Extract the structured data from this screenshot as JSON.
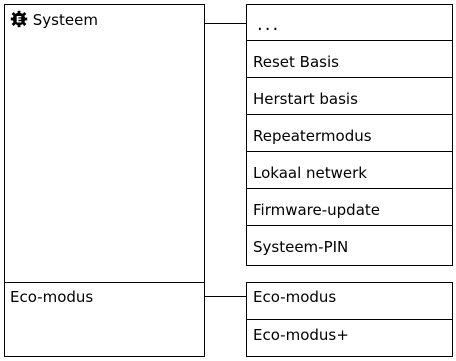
{
  "left": {
    "systeem": {
      "icon": "gear-e-icon",
      "label": "Systeem"
    },
    "eco": {
      "label": "Eco-modus"
    }
  },
  "right": {
    "systeem_items": [
      "...",
      "Reset Basis",
      "Herstart basis",
      "Repeatermodus",
      "Lokaal netwerk",
      "Firmware-update",
      "Systeem-PIN"
    ],
    "eco_items": [
      "Eco-modus",
      "Eco-modus+"
    ]
  }
}
